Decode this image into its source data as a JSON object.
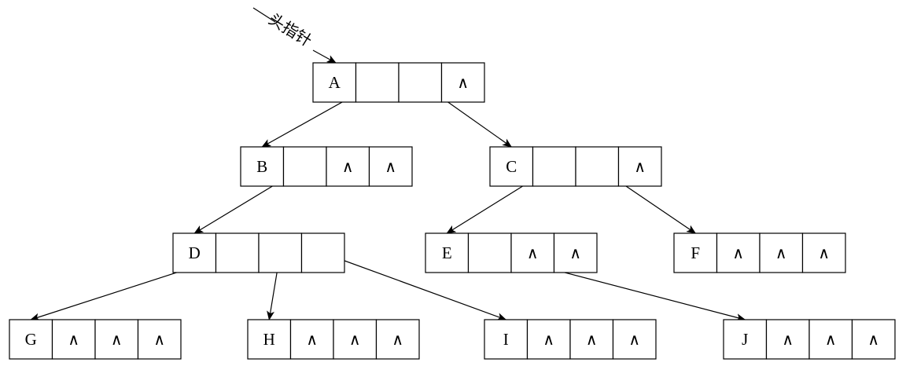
{
  "head_pointer": {
    "label": "头指针"
  },
  "null_symbol": "∧",
  "nodes": [
    {
      "id": "A",
      "label": "A",
      "slots": [
        "ptr",
        "ptr",
        "null"
      ]
    },
    {
      "id": "B",
      "label": "B",
      "slots": [
        "ptr",
        "null",
        "null"
      ]
    },
    {
      "id": "C",
      "label": "C",
      "slots": [
        "ptr",
        "ptr",
        "null"
      ]
    },
    {
      "id": "D",
      "label": "D",
      "slots": [
        "ptr",
        "ptr",
        "ptr"
      ]
    },
    {
      "id": "E",
      "label": "E",
      "slots": [
        "ptr",
        "null",
        "null"
      ]
    },
    {
      "id": "F",
      "label": "F",
      "slots": [
        "null",
        "null",
        "null"
      ]
    },
    {
      "id": "G",
      "label": "G",
      "slots": [
        "null",
        "null",
        "null"
      ]
    },
    {
      "id": "H",
      "label": "H",
      "slots": [
        "null",
        "null",
        "null"
      ]
    },
    {
      "id": "I",
      "label": "I",
      "slots": [
        "null",
        "null",
        "null"
      ]
    },
    {
      "id": "J",
      "label": "J",
      "slots": [
        "null",
        "null",
        "null"
      ]
    }
  ],
  "edges": [
    {
      "from": "A",
      "slot": 0,
      "to": "B"
    },
    {
      "from": "A",
      "slot": 1,
      "to": "C"
    },
    {
      "from": "B",
      "slot": 0,
      "to": "D"
    },
    {
      "from": "C",
      "slot": 0,
      "to": "E"
    },
    {
      "from": "C",
      "slot": 1,
      "to": "F"
    },
    {
      "from": "D",
      "slot": 0,
      "to": "G"
    },
    {
      "from": "D",
      "slot": 1,
      "to": "H"
    },
    {
      "from": "D",
      "slot": 2,
      "to": "I"
    },
    {
      "from": "E",
      "slot": 0,
      "to": "J"
    }
  ]
}
